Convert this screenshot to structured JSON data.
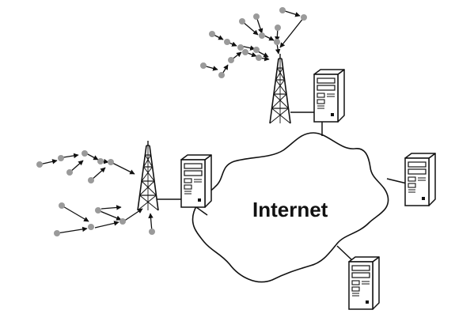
{
  "internet": {
    "label": "Internet"
  },
  "colors": {
    "node_fill": "#9a9a9a",
    "line": "#111111",
    "server_fill": "#ffffff",
    "background": "#ffffff"
  },
  "icons": {
    "tower": "radio-tower-icon",
    "server": "server-tower-icon",
    "cloud": "internet-cloud",
    "sensor": "sensor-node"
  }
}
